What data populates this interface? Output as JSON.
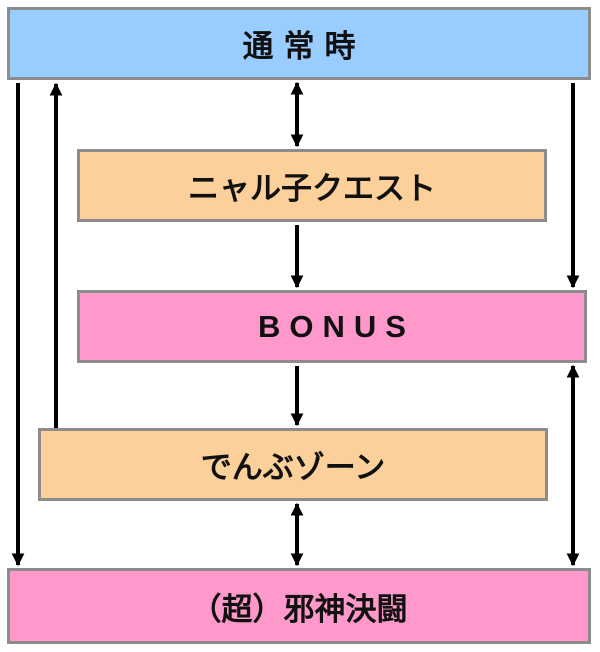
{
  "colors": {
    "normal": "#99ccff",
    "quest": "#fbd09a",
    "bonus": "#ff99cc",
    "denbu": "#fbd09a",
    "jashin": "#ff99cc",
    "border": "#8c8c8c",
    "arrow": "#000000"
  },
  "nodes": {
    "normal": "通常時",
    "quest": "ニャル子クエスト",
    "bonus": "BONUS",
    "denbu": "でんぶゾーン",
    "jashin": "（超）邪神決闘"
  },
  "edges": [
    {
      "from": "normal",
      "to": "quest",
      "direction": "both"
    },
    {
      "from": "quest",
      "to": "bonus",
      "direction": "forward"
    },
    {
      "from": "bonus",
      "to": "denbu",
      "direction": "forward"
    },
    {
      "from": "denbu",
      "to": "jashin",
      "direction": "both"
    },
    {
      "from": "denbu",
      "to": "normal",
      "direction": "forward"
    },
    {
      "from": "normal",
      "to": "jashin",
      "direction": "forward"
    },
    {
      "from": "normal",
      "to": "bonus",
      "direction": "forward"
    },
    {
      "from": "bonus",
      "to": "jashin",
      "direction": "both"
    }
  ]
}
